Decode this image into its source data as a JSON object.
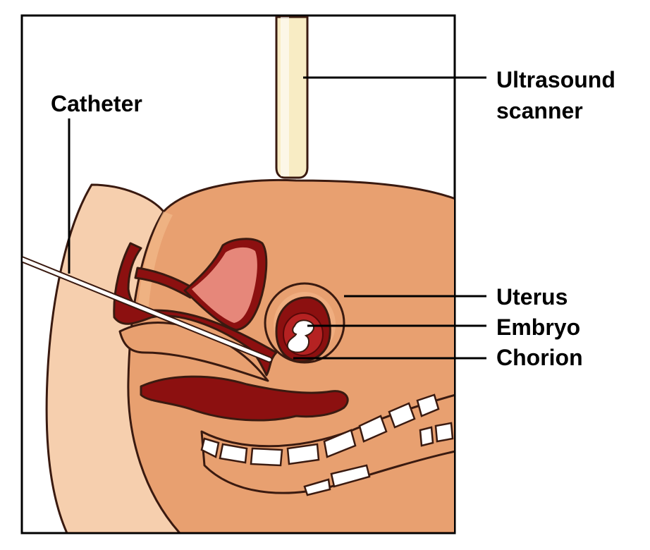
{
  "labels": {
    "catheter": "Catheter",
    "ultrasound_line1": "Ultrasound",
    "ultrasound_line2": "scanner",
    "uterus": "Uterus",
    "embryo": "Embryo",
    "chorion": "Chorion"
  },
  "colors": {
    "skin": "#e8a070",
    "skin_light": "#f6cfae",
    "cavity_dark_red": "#8c1010",
    "tissue_pink": "#e6877a",
    "probe": "#f8ecc4",
    "rib_white": "#ffffff",
    "ink": "#3a1a10",
    "frame": "#000000"
  }
}
